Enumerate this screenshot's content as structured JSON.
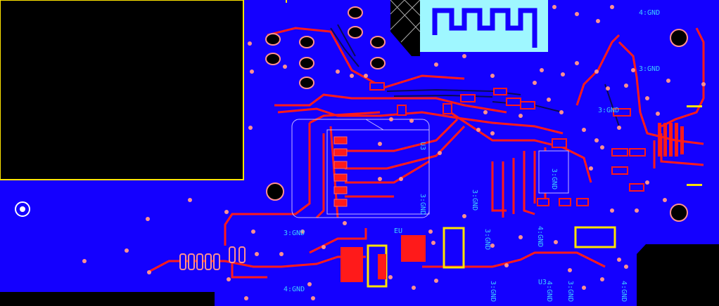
{
  "colors": {
    "background": "#000000",
    "copper_pour": "#1400ff",
    "copper_trace": "#ff1a1a",
    "via": "#ff9090",
    "silkscreen": "#3fd0ff",
    "outline_yellow": "#ffe400",
    "antenna": "#9ff7ff",
    "pad_olive": "#b9a600"
  },
  "net_labels": {
    "gnd_top_right": "4:GND",
    "gnd_right_mid": "3:GND",
    "gnd_left_mid": "3:GND",
    "gnd_bottom_left": "4:GND",
    "gnd_bottom_1": "3:GND",
    "gnd_bottom_2": "4:GND",
    "gnd_bottom_3": "3:GND",
    "gnd_bottom_4": "4:GND",
    "gnd_col_1": "3:GND",
    "gnd_col_2": "4:GND"
  },
  "refdes": {
    "u3": "U3",
    "eu": "EU",
    "u3b": "U3",
    "rf": "3:GND",
    "ic_center": "3:GND",
    "mcu": "3:GND",
    "port": "3:GND"
  },
  "icons": {
    "mount_hole": "mounting-hole-icon",
    "fiducial": "fiducial-icon",
    "antenna": "pcb-antenna-icon"
  }
}
